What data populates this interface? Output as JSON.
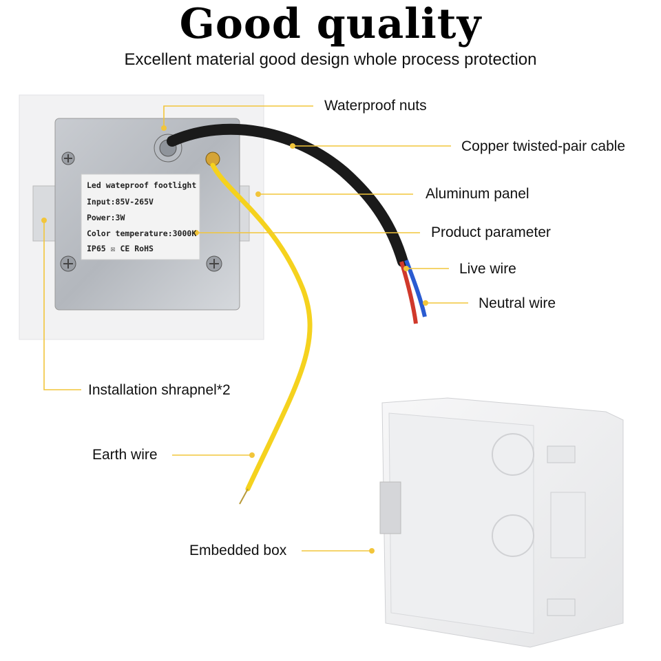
{
  "header": {
    "title": "Good quality",
    "subtitle": "Excellent material good design whole process protection"
  },
  "plate": {
    "line1": "Led wateproof footlight",
    "line2": "Input:85V-265V",
    "line3": "Power:3W",
    "line4": "Color temperature:3000K",
    "marks": "IP65  ☒  CE  RoHS"
  },
  "callouts": {
    "waterproof_nuts": "Waterproof nuts",
    "copper_cable": "Copper twisted-pair cable",
    "aluminum_panel": "Aluminum panel",
    "product_parameter": "Product parameter",
    "live_wire": "Live wire",
    "neutral_wire": "Neutral wire",
    "installation_shrapnel": "Installation shrapnel*2",
    "earth_wire": "Earth wire",
    "embedded_box": "Embedded box"
  },
  "colors": {
    "leader": "#f2c53a",
    "earth_wire": "#f5d21e",
    "cable": "#1a1a1a",
    "live": "#d0392b",
    "neutral": "#2a5bd1"
  }
}
